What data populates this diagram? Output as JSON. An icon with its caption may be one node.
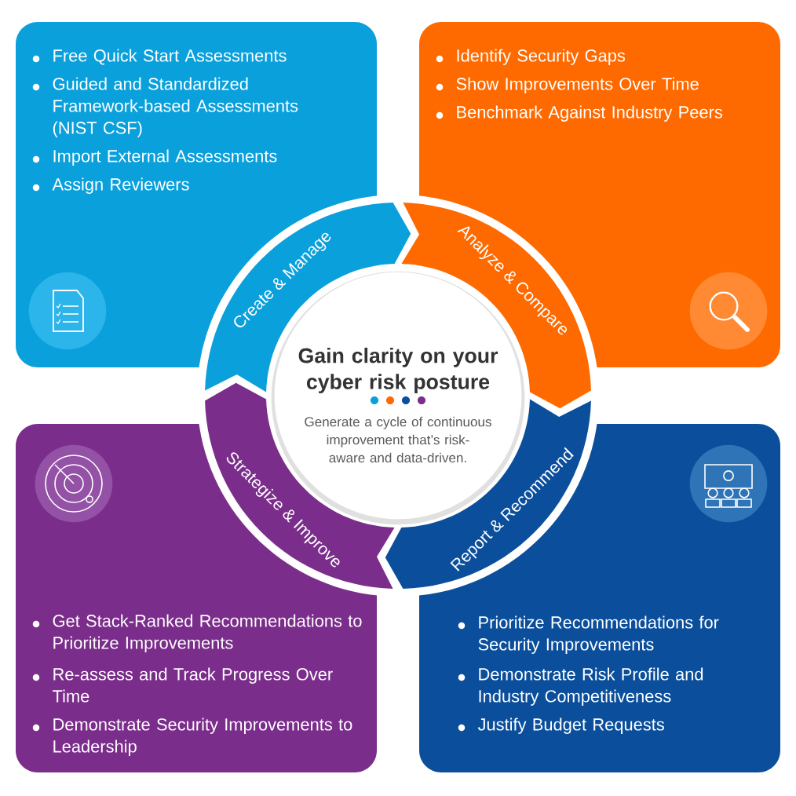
{
  "diagram": {
    "nodes": [
      {
        "text": [
          "Free Quick Start Assessments",
          "Guided and Standardized Framework-based Assessments (NIST CSF)",
          "Import External Assessments",
          "Assign Reviewers"
        ]
      },
      {
        "text": [
          "Identify Security Gaps",
          "Show Improvements Over Time",
          "Benchmark Against Industry Peers"
        ]
      },
      {
        "text": [
          "Get Stack-Ranked Recommendations to Prioritize Improvements",
          "Re-assess and Track Progress Over Time",
          "Demonstrate Security Improvements to Leadership"
        ]
      },
      {
        "text": [
          "Prioritize Recommendations for Security Improvements",
          "Demonstrate Risk Profile and Industry Competitiveness",
          "Justify Budget Requests"
        ]
      },
      {
        "text": [
          "Create & Manage"
        ]
      },
      {
        "text": [
          "Analyze & Compare"
        ]
      },
      {
        "text": [
          "Strategize & Improve"
        ]
      },
      {
        "text": [
          "Report & Recommend"
        ]
      },
      {
        "text": [
          "Gain clarity on your cyber risk posture",
          "Generate a cycle of continuous improvement that’s risk-aware and data-driven."
        ]
      }
    ]
  }
}
